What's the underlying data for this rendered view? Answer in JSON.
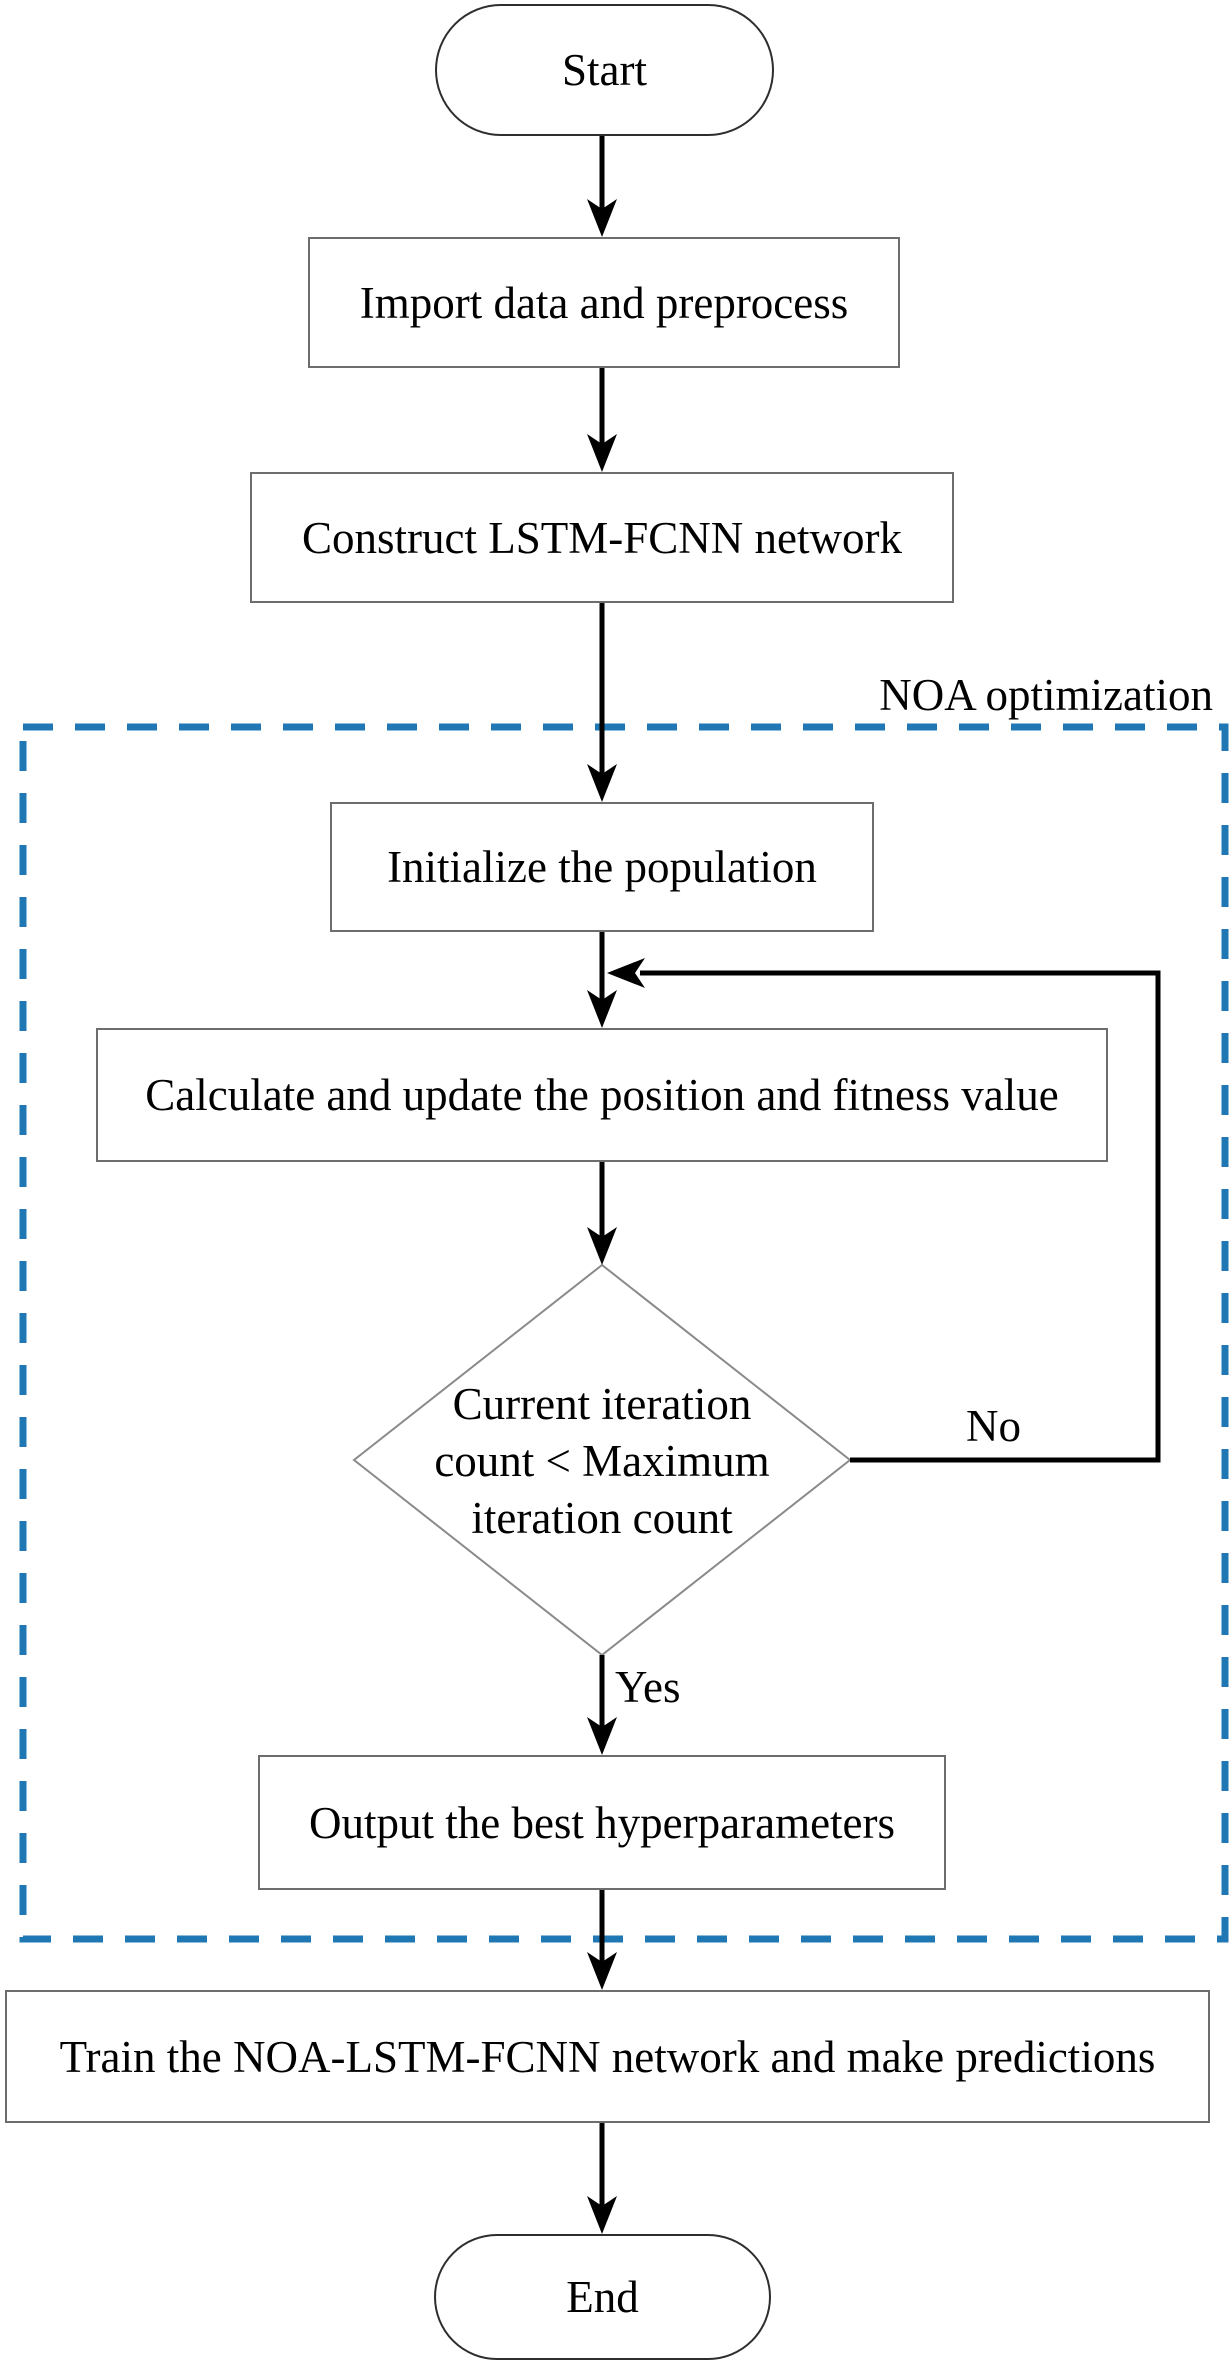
{
  "diagram": {
    "region": {
      "label": "NOA optimization"
    },
    "nodes": {
      "start": {
        "label": "Start",
        "type": "terminal"
      },
      "import": {
        "label": "Import data and preprocess",
        "type": "process"
      },
      "construct": {
        "label": "Construct LSTM-FCNN network",
        "type": "process"
      },
      "initialize": {
        "label": "Initialize the population",
        "type": "process"
      },
      "calculate": {
        "label": "Calculate and update the position and fitness value",
        "type": "process"
      },
      "decision": {
        "label": "Current iteration count < Maximum iteration count",
        "type": "decision"
      },
      "output": {
        "label": "Output the best hyperparameters",
        "type": "process"
      },
      "train": {
        "label": "Train the NOA-LSTM-FCNN network and make predictions",
        "type": "process"
      },
      "end": {
        "label": "End",
        "type": "terminal"
      }
    },
    "edge_labels": {
      "yes": "Yes",
      "no": "No"
    },
    "colors": {
      "dashed_box": "#1f77b4",
      "arrow": "#000000",
      "box_border": "#6d6d6d",
      "diamond_border": "#8a8a8a",
      "text": "#000000",
      "background": "#ffffff"
    }
  }
}
